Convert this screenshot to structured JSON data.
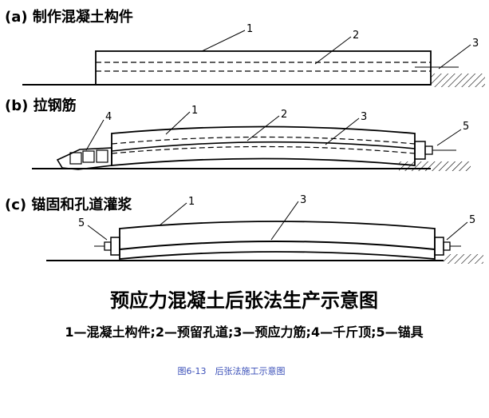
{
  "panels": {
    "a": {
      "label": "(a) 制作混凝土构件"
    },
    "b": {
      "label": "(b) 拉钢筋"
    },
    "c": {
      "label": "(c) 锚固和孔道灌浆"
    }
  },
  "callouts": {
    "a1": "1",
    "a2": "2",
    "a3": "3",
    "b1": "1",
    "b2": "2",
    "b3": "3",
    "b4": "4",
    "b5": "5",
    "c1": "1",
    "c3": "3",
    "c5a": "5",
    "c5b": "5"
  },
  "title": "预应力混凝土后张法生产示意图",
  "legend": "1—混凝土构件;2—预留孔道;3—预应力筋;4—千斤顶;5—锚具",
  "caption": "图6-13　后张法施工示意图"
}
